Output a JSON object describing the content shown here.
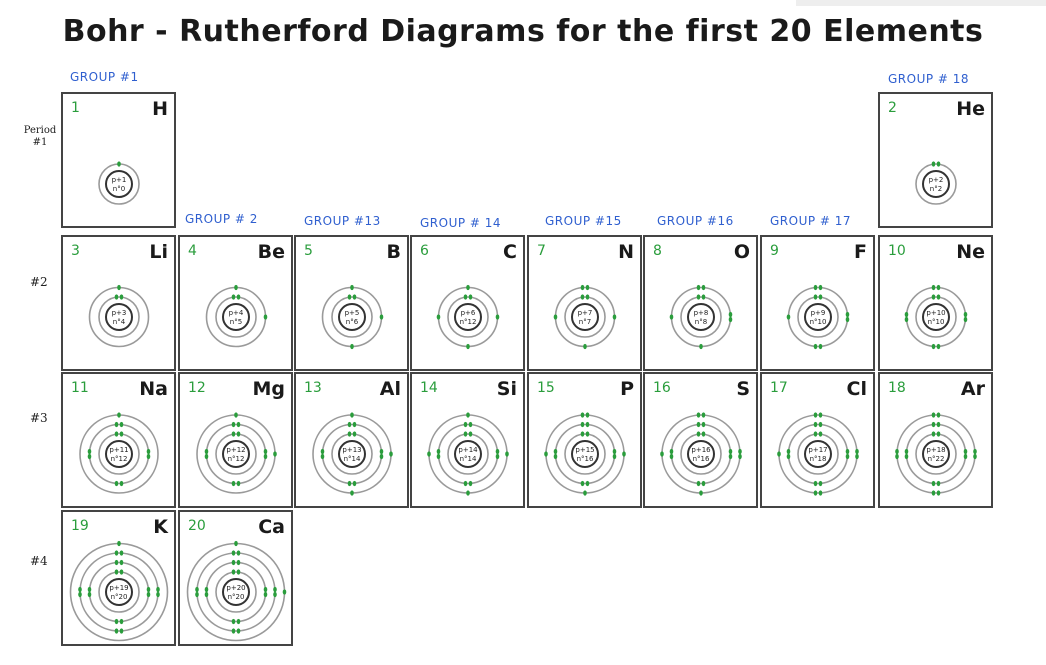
{
  "title": "Bohr - Rutherford Diagrams for the first 20 Elements",
  "group_labels": [
    {
      "text": "GROUP #1",
      "col": 0
    },
    {
      "text": "GROUP # 2",
      "col": 1
    },
    {
      "text": "GROUP #13",
      "col": 2
    },
    {
      "text": "GROUP # 14",
      "col": 3
    },
    {
      "text": "GROUP #15",
      "col": 4
    },
    {
      "text": "GROUP #16",
      "col": 5
    },
    {
      "text": "GROUP # 17",
      "col": 6
    },
    {
      "text": "GROUP # 18",
      "col": 7
    }
  ],
  "period_labels": [
    "Period #1",
    "#2",
    "#3",
    "#4"
  ],
  "elements": [
    {
      "z": "1",
      "symbol": "H",
      "p": "p+1",
      "n": "n°0",
      "shells": [
        1
      ]
    },
    {
      "z": "2",
      "symbol": "He",
      "p": "p+2",
      "n": "n°2",
      "shells": [
        2
      ]
    },
    {
      "z": "3",
      "symbol": "Li",
      "p": "p+3",
      "n": "n°4",
      "shells": [
        2,
        1
      ]
    },
    {
      "z": "4",
      "symbol": "Be",
      "p": "p+4",
      "n": "n°5",
      "shells": [
        2,
        2
      ]
    },
    {
      "z": "5",
      "symbol": "B",
      "p": "p+5",
      "n": "n°6",
      "shells": [
        2,
        3
      ]
    },
    {
      "z": "6",
      "symbol": "C",
      "p": "p+6",
      "n": "n°12",
      "shells": [
        2,
        4
      ]
    },
    {
      "z": "7",
      "symbol": "N",
      "p": "p+7",
      "n": "n°7",
      "shells": [
        2,
        5
      ]
    },
    {
      "z": "8",
      "symbol": "O",
      "p": "p+8",
      "n": "n°8",
      "shells": [
        2,
        6
      ]
    },
    {
      "z": "9",
      "symbol": "F",
      "p": "p+9",
      "n": "n°10",
      "shells": [
        2,
        7
      ]
    },
    {
      "z": "10",
      "symbol": "Ne",
      "p": "p+10",
      "n": "n°10",
      "shells": [
        2,
        8
      ]
    },
    {
      "z": "11",
      "symbol": "Na",
      "p": "p+11",
      "n": "n°12",
      "shells": [
        2,
        8,
        1
      ]
    },
    {
      "z": "12",
      "symbol": "Mg",
      "p": "p+12",
      "n": "n°12",
      "shells": [
        2,
        8,
        2
      ]
    },
    {
      "z": "13",
      "symbol": "Al",
      "p": "p+13",
      "n": "n°14",
      "shells": [
        2,
        8,
        3
      ]
    },
    {
      "z": "14",
      "symbol": "Si",
      "p": "p+14",
      "n": "n°14",
      "shells": [
        2,
        8,
        4
      ]
    },
    {
      "z": "15",
      "symbol": "P",
      "p": "p+15",
      "n": "n°16",
      "shells": [
        2,
        8,
        5
      ]
    },
    {
      "z": "16",
      "symbol": "S",
      "p": "p+16",
      "n": "n°16",
      "shells": [
        2,
        8,
        6
      ]
    },
    {
      "z": "17",
      "symbol": "Cl",
      "p": "p+17",
      "n": "n°18",
      "shells": [
        2,
        8,
        7
      ]
    },
    {
      "z": "18",
      "symbol": "Ar",
      "p": "p+18",
      "n": "n°22",
      "shells": [
        2,
        8,
        8
      ]
    },
    {
      "z": "19",
      "symbol": "K",
      "p": "p+19",
      "n": "n°20",
      "shells": [
        2,
        8,
        8,
        1
      ]
    },
    {
      "z": "20",
      "symbol": "Ca",
      "p": "p+20",
      "n": "n°20",
      "shells": [
        2,
        8,
        8,
        2
      ]
    }
  ],
  "colors": {
    "electron": "#2a9d3c",
    "number": "#2a9d3c",
    "group_label": "#2f5fcf",
    "shell": "#9a9a9a",
    "border": "#444444"
  }
}
